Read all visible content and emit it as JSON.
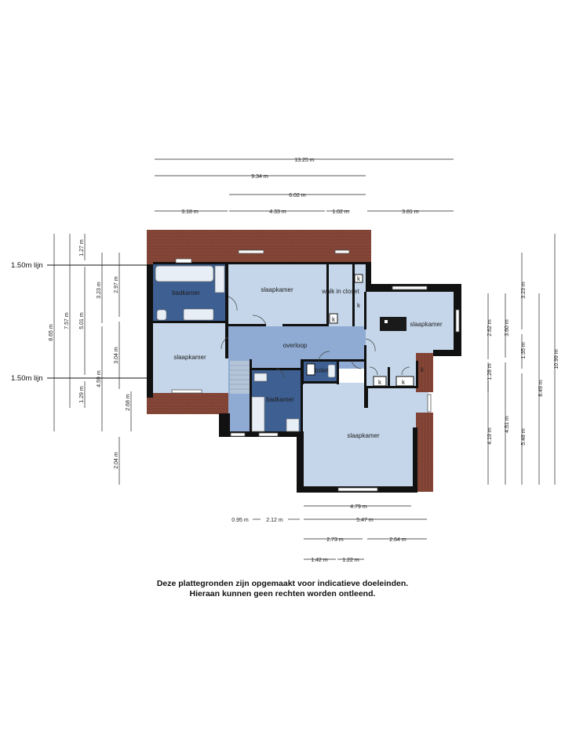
{
  "rooms": {
    "badkamer_1": "badkamer",
    "slaapkamer_1": "slaapkamer",
    "walk_in_closet": "walk in closet",
    "slaapkamer_2": "slaapkamer",
    "slaapkamer_3": "slaapkamer",
    "overloop": "overloop",
    "toilet": "toilet",
    "badkamer_2": "badkamer",
    "slaapkamer_4": "slaapkamer",
    "k": "k"
  },
  "lines": {
    "upper": "1.50m lijn",
    "lower": "1.50m lijn"
  },
  "dimensions": {
    "top": [
      "13.25 m",
      "9.34 m",
      "6.02 m",
      "3.18 m",
      "4.33 m",
      "1.02 m",
      "3.81 m"
    ],
    "left": [
      "8.65 m",
      "7.57 m",
      "1.27 m",
      "5.01 m",
      "1.29 m",
      "3.23 m",
      "4.59 m",
      "2.97 m",
      "3.04 m",
      "2.68 m",
      "2.04 m"
    ],
    "right": [
      "2.62 m",
      "1.28 m",
      "4.19 m",
      "3.60 m",
      "4.51 m",
      "1.35 m",
      "3.23 m",
      "5.48 m",
      "8.49 m",
      "10.99 m"
    ],
    "bottom": [
      "4.79 m",
      "0.95 m",
      "2.12 m",
      "5.47 m",
      "2.73 m",
      "2.64 m",
      "1.42 m",
      "1.22 m"
    ]
  },
  "colors": {
    "room": "#c5d6ea",
    "hall": "#8fabd3",
    "bath": "#3d5f91",
    "wall": "#111111",
    "roof": "#8a4a3a"
  },
  "footer": {
    "line1": "Deze plattegronden zijn opgemaakt voor indicatieve doeleinden.",
    "line2": "Hieraan kunnen geen rechten worden ontleend."
  }
}
